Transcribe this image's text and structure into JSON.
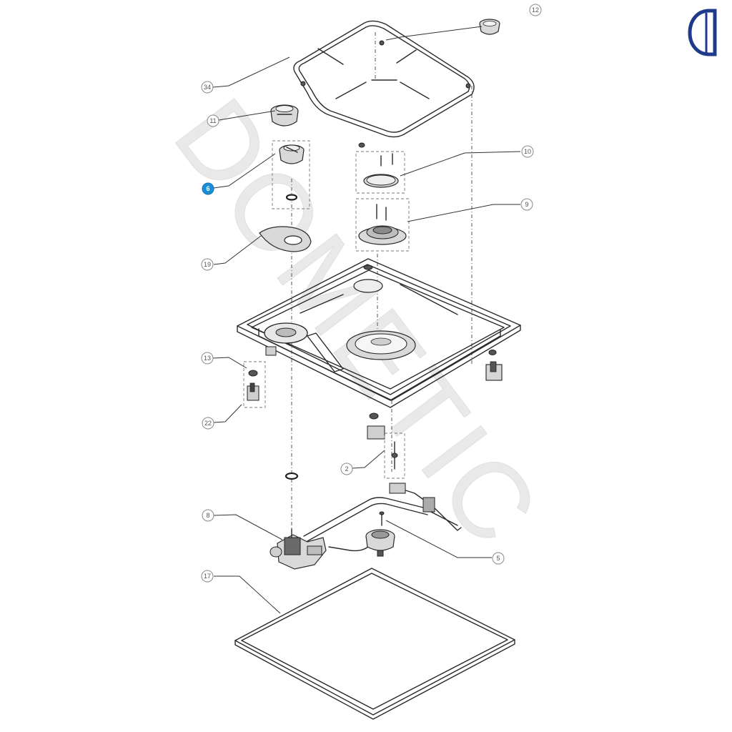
{
  "brand": {
    "name": "DOMETIC",
    "logo_icon": "dometic-d-logo-icon",
    "color": "#1f3a8a"
  },
  "watermark": {
    "text": "DOMETIC",
    "color": "#e6e6e6"
  },
  "colors": {
    "highlight": "#1a8fd8",
    "callout_outline": "#8a8a8a"
  },
  "callouts": [
    {
      "id": "12",
      "label": "12",
      "part": "burner-cap-12"
    },
    {
      "id": "34",
      "label": "34",
      "part": "pan-support-grid"
    },
    {
      "id": "11",
      "label": "11",
      "part": "control-knob-11"
    },
    {
      "id": "6",
      "label": "6",
      "part": "control-knob-assembly",
      "highlighted": true
    },
    {
      "id": "10",
      "label": "10",
      "part": "burner-cap-assembly"
    },
    {
      "id": "9",
      "label": "9",
      "part": "burner-assembly"
    },
    {
      "id": "19",
      "label": "19",
      "part": "knob-gasket"
    },
    {
      "id": "13",
      "label": "13",
      "part": "spacer"
    },
    {
      "id": "22",
      "label": "22",
      "part": "clip-assembly"
    },
    {
      "id": "2",
      "label": "2",
      "part": "thermocouple-assembly"
    },
    {
      "id": "8",
      "label": "8",
      "part": "gas-valve"
    },
    {
      "id": "5",
      "label": "5",
      "part": "screw"
    },
    {
      "id": "17",
      "label": "17",
      "part": "seal-frame"
    }
  ]
}
